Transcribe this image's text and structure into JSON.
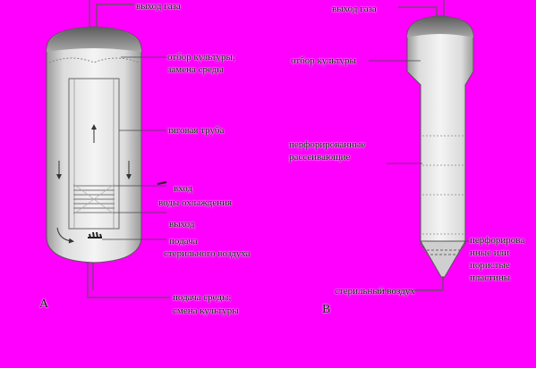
{
  "panel_a": {
    "letter": "A",
    "labels": {
      "gas_out": "выход газа",
      "culture_take_1": "отбор культуры;",
      "culture_take_2": "замена среды",
      "draft_tube": "тяговая труба",
      "water_in": "вход",
      "cooling_water": "воды охлаждения",
      "water_out": "выход",
      "air_supply_1": "подача",
      "air_supply_2": "стерильного воздуха",
      "medium_supply_1": "подача среды;",
      "medium_supply_2": "смена культуры"
    }
  },
  "panel_b": {
    "letter": "B",
    "labels": {
      "gas_out": "выход газа",
      "culture_take": "отбор культуры",
      "diffusers_1": "перфорированные",
      "diffusers_2": "рассеивающие",
      "plates_1": "перфорирова",
      "plates_2": "нные или",
      "plates_3": "пористые",
      "plates_4": "пластины",
      "sterile_air": "стерильный воздух"
    }
  }
}
